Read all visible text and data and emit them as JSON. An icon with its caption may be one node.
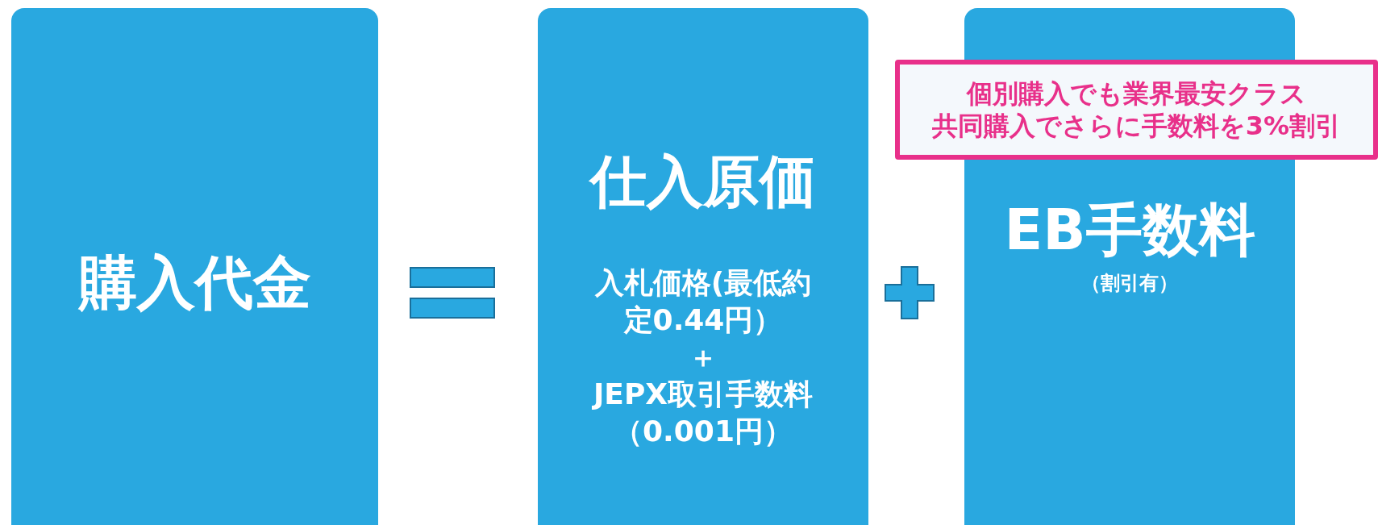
{
  "diagram": {
    "nodes": [
      {
        "text": [
          "購入代金"
        ]
      },
      {
        "text": [
          "仕入原価",
          "入札価格(最低約定0.44円）",
          "＋",
          "JEPX取引手数料（0.001円）"
        ]
      },
      {
        "text": [
          "EB手数料",
          "（割引有）"
        ]
      },
      {
        "text": [
          "個別購入でも業界最安クラス",
          "共同購入でさらに手数料を3%割引"
        ]
      }
    ]
  }
}
